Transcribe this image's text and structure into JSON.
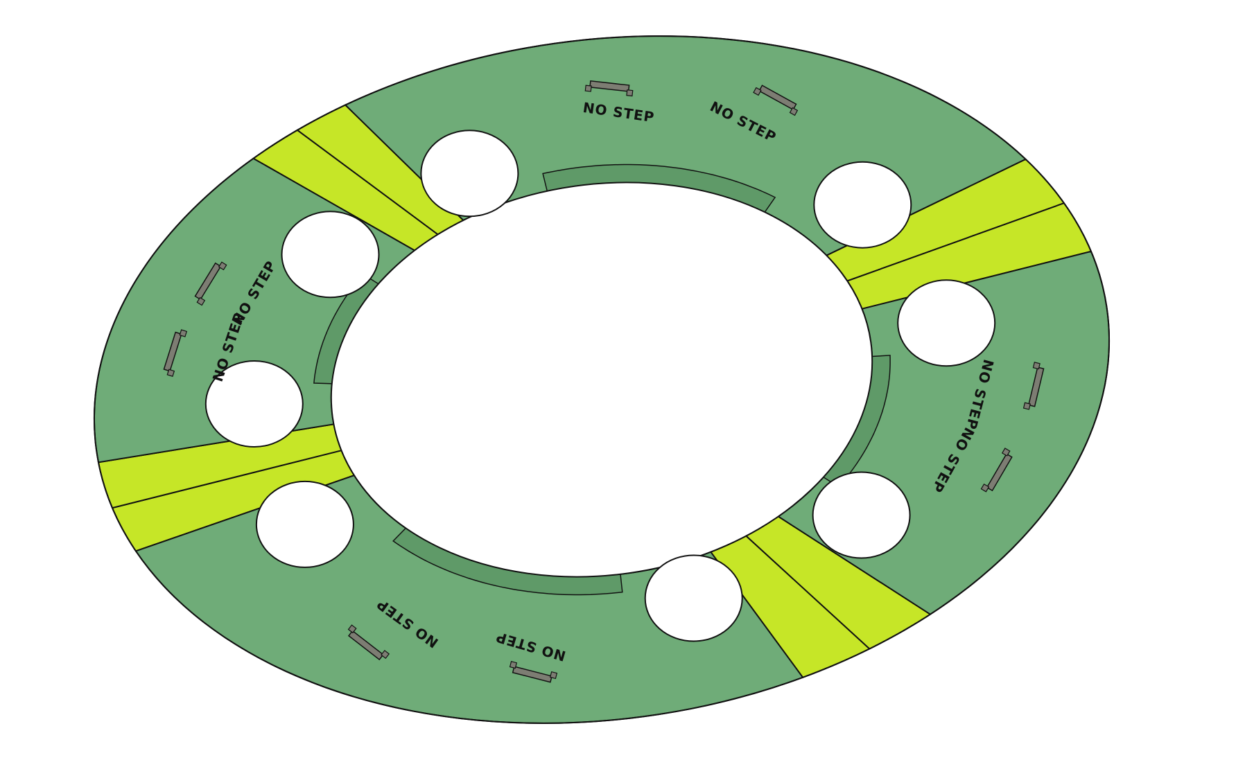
{
  "colors": {
    "background": "#ffffff",
    "walkway": "#6fac78",
    "walkway_dark": "#5f9a68",
    "filler": "#c6e627",
    "outline": "#111111",
    "handle": "#7d7d73",
    "text": "#111111"
  },
  "sectors": {
    "green": [
      {
        "name": "top"
      },
      {
        "name": "right"
      },
      {
        "name": "bottom"
      },
      {
        "name": "left"
      }
    ],
    "yellow": [
      {
        "name": "top-right-filler"
      },
      {
        "name": "bottom-right-filler"
      },
      {
        "name": "bottom-left-filler"
      },
      {
        "name": "top-left-filler"
      }
    ]
  },
  "labels": {
    "no_step": "NO STEP",
    "count": 8
  },
  "icons": {
    "handle": "grab-handle-icon",
    "cutout": "circular-cutout"
  }
}
